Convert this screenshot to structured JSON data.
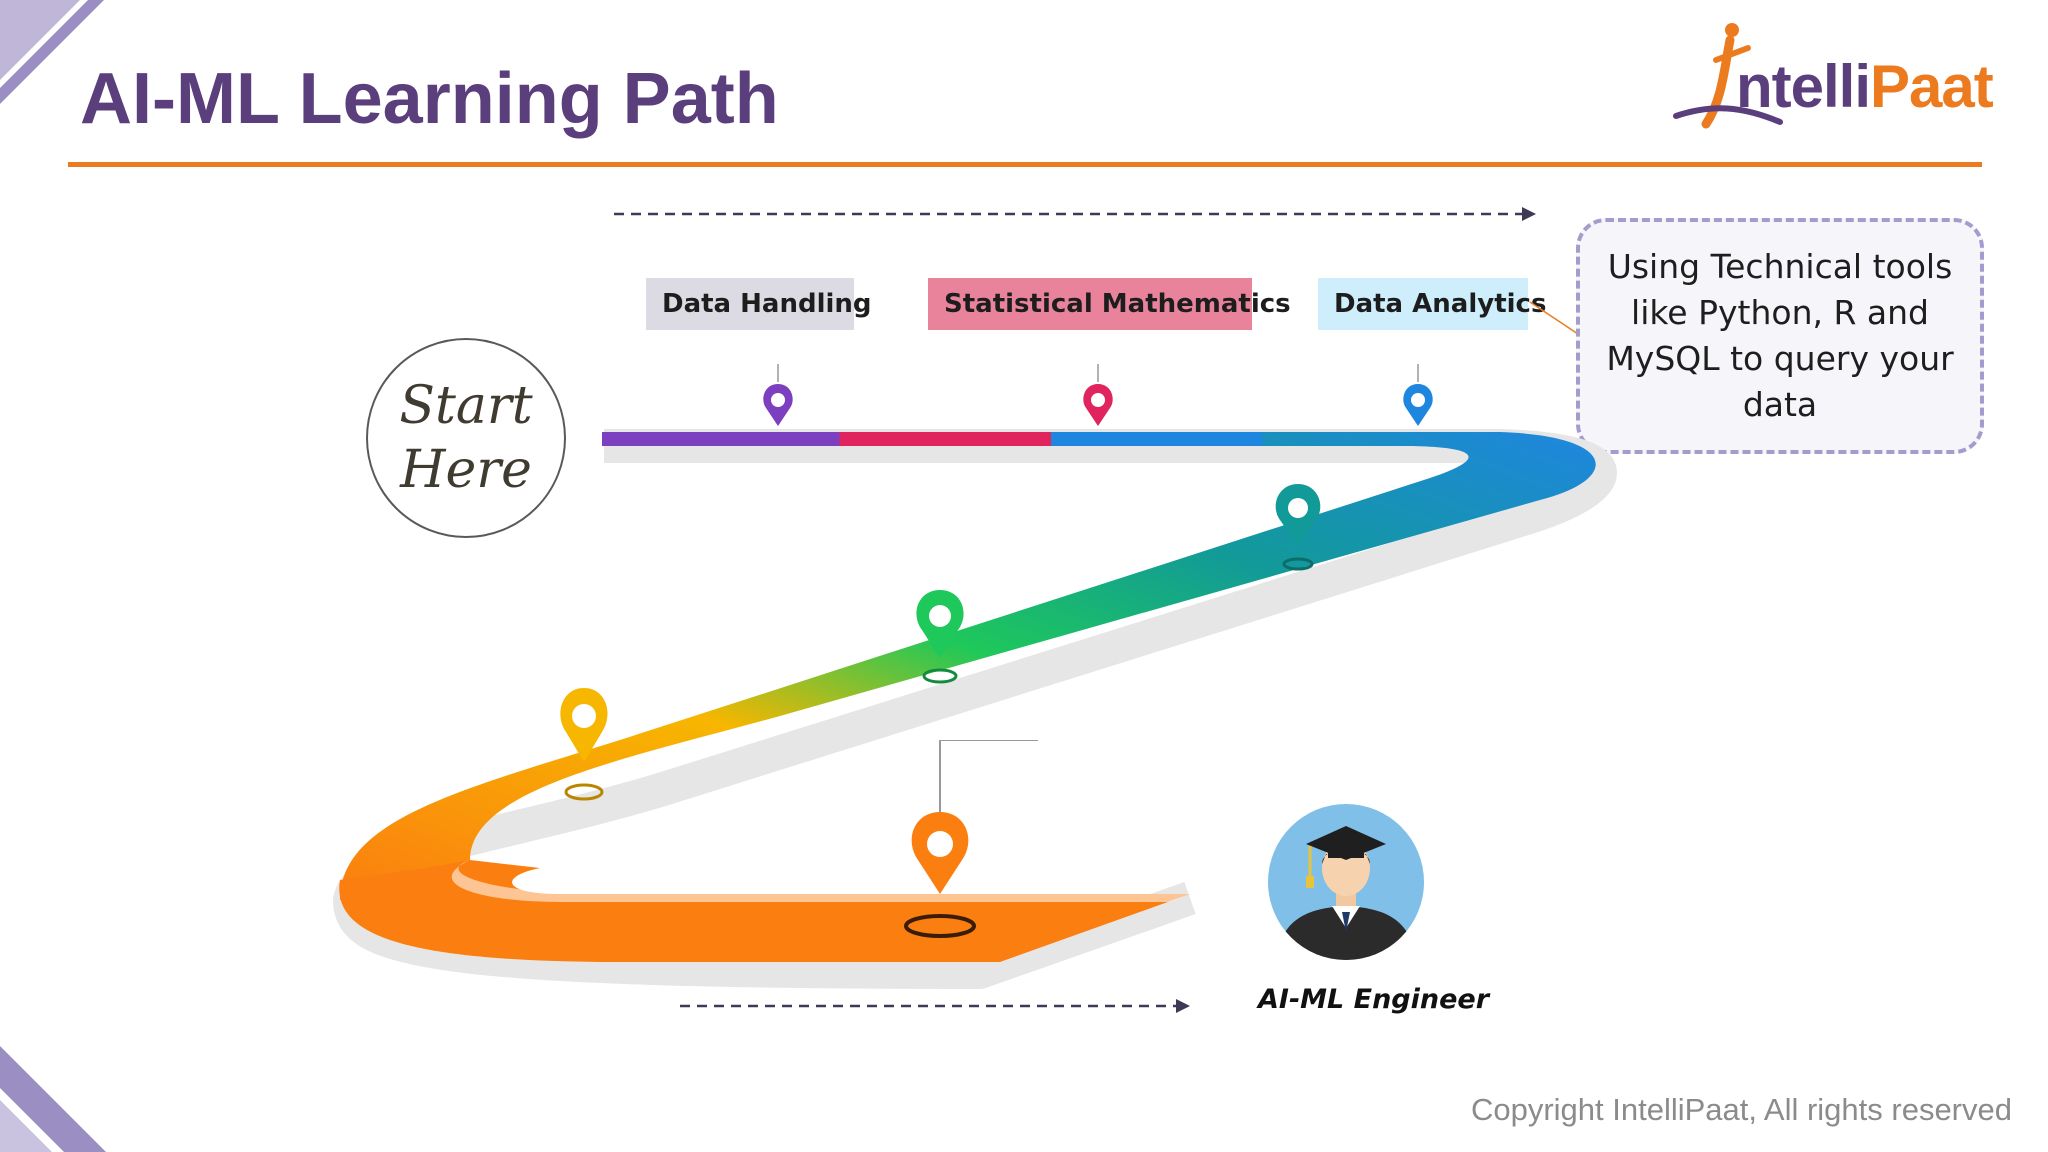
{
  "title": "AI-ML Learning Path",
  "logo": {
    "prefix": "ntelli",
    "suffix": "Paat"
  },
  "start_badge": {
    "line1": "Start",
    "line2": "Here"
  },
  "stages": [
    {
      "label": "Data Handling",
      "bg": "#dcdbe4"
    },
    {
      "label": "Statistical Mathematics",
      "bg": "#e8839b"
    },
    {
      "label": "Data Analytics",
      "bg": "#cdeefa"
    }
  ],
  "callout": "Using Technical tools like Python, R and MySQL to query your data",
  "destination": "AI-ML Engineer",
  "copyright": "Copyright IntelliPaat, All rights reserved",
  "colors": {
    "title": "#5a3f7c",
    "accent": "#ec7b1f",
    "path": [
      "#7b3fbf",
      "#e0245e",
      "#1f86e0",
      "#129a98",
      "#1ec85a",
      "#f7b600",
      "#fb7e10"
    ]
  },
  "icons": [
    "location-pin-icon",
    "graduate-avatar-icon",
    "dashed-arrow-icon"
  ]
}
